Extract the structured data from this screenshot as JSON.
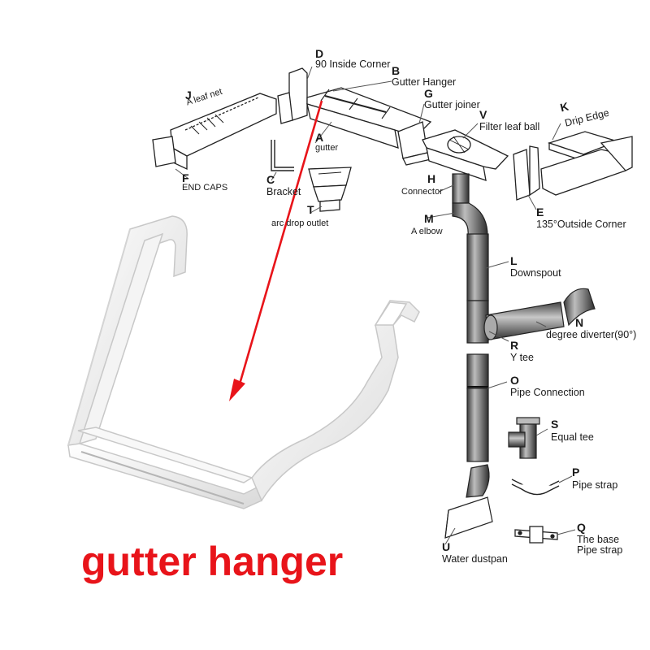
{
  "caption": "gutter hanger",
  "accent_color": "#e8141a",
  "parts": [
    {
      "code": "A",
      "name": "gutter"
    },
    {
      "code": "B",
      "name": "Gutter Hanger"
    },
    {
      "code": "C",
      "name": "Bracket"
    },
    {
      "code": "D",
      "name": "90 Inside Corner"
    },
    {
      "code": "E",
      "name": "135°Outside Corner"
    },
    {
      "code": "F",
      "name": "END CAPS"
    },
    {
      "code": "G",
      "name": "Gutter joiner"
    },
    {
      "code": "H",
      "name": "Connector"
    },
    {
      "code": "J",
      "name": "A leaf net"
    },
    {
      "code": "K",
      "name": "Drip Edge"
    },
    {
      "code": "L",
      "name": "Downspout"
    },
    {
      "code": "M",
      "name": "A elbow"
    },
    {
      "code": "N",
      "name": "degree diverter(90°)"
    },
    {
      "code": "O",
      "name": "Pipe Connection"
    },
    {
      "code": "P",
      "name": "Pipe strap"
    },
    {
      "code": "Q",
      "name": "The base Pipe strap"
    },
    {
      "code": "R",
      "name": "Y tee"
    },
    {
      "code": "S",
      "name": "Equal tee"
    },
    {
      "code": "T",
      "name": "arc drop outlet"
    },
    {
      "code": "U",
      "name": "Water dustpan"
    },
    {
      "code": "V",
      "name": "Filter leaf ball"
    }
  ]
}
